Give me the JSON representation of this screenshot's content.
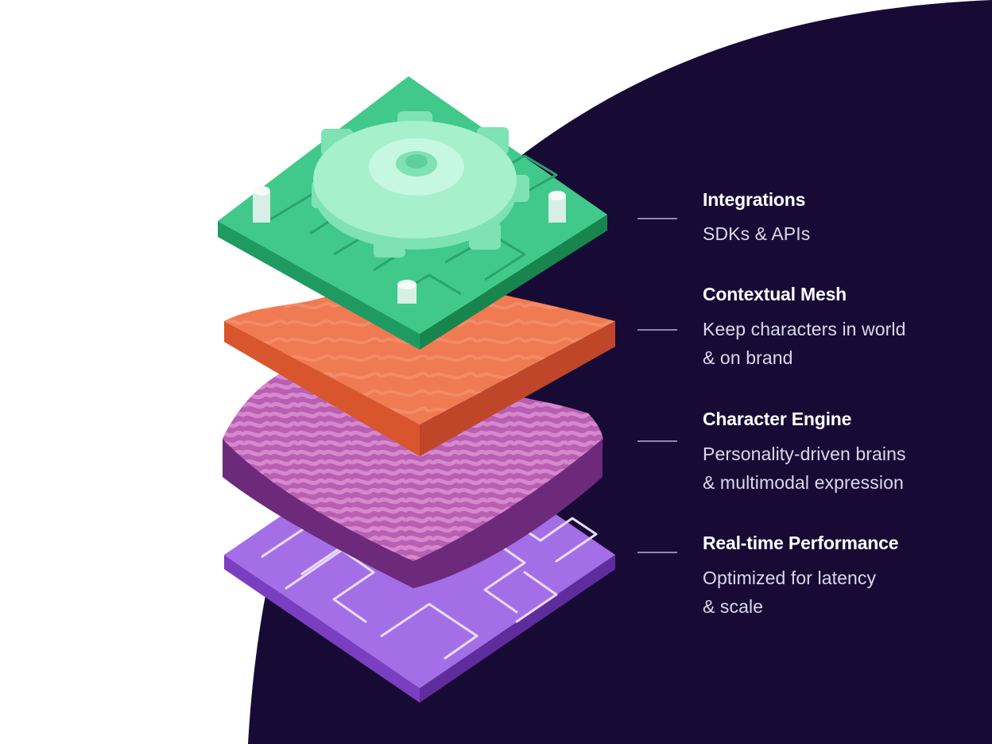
{
  "colors": {
    "background": "#ffffff",
    "panel": "#170b36",
    "dash": "#8f86b4",
    "title": "#ffffff",
    "description": "#dcd8ec",
    "integrations_layer": "#40c98b",
    "contextual_mesh_layer": "#f07a52",
    "character_engine_layer": "#b95fb3",
    "realtime_layer": "#a46ee6"
  },
  "icons": {
    "integrations_layer": "circuit-board-gear-icon",
    "contextual_mesh_layer": "terrain-mesh-icon",
    "character_engine_layer": "brain-maze-icon",
    "realtime_layer": "circuit-plate-icon"
  },
  "layers": [
    {
      "title": "Integrations",
      "description": [
        "SDKs & APIs"
      ]
    },
    {
      "title": "Contextual Mesh",
      "description": [
        "Keep characters in world",
        "& on brand"
      ]
    },
    {
      "title": "Character Engine",
      "description": [
        "Personality-driven brains",
        "& multimodal expression"
      ]
    },
    {
      "title": "Real-time Performance",
      "description": [
        "Optimized for latency",
        "& scale"
      ]
    }
  ]
}
